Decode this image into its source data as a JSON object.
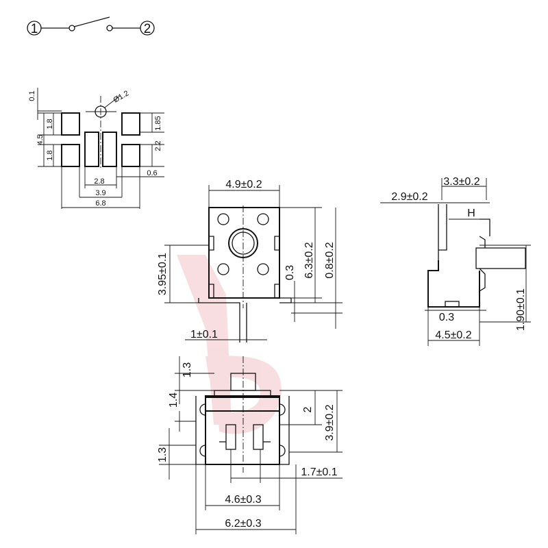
{
  "schematic": {
    "pin1": "1",
    "pin2": "2"
  },
  "footprint": {
    "d_01": "0.1",
    "d_phi12": "Ø1.2",
    "d_18a": "1.8",
    "d_45": "4.5",
    "d_18b": "1.8",
    "d_185": "1.85",
    "d_22": "2.2",
    "d_28": "2.8",
    "d_06": "0.6",
    "d_39": "3.9",
    "d_68": "6.8"
  },
  "front_view": {
    "d_49": "4.9±0.2",
    "d_395": "3.95±0.1",
    "d_03": "0.3",
    "d_63": "6.3±0.2",
    "d_08": "0.8±0.2",
    "d_1": "1±0.1"
  },
  "side_view": {
    "d_33": "3.3±0.2",
    "d_29": "2.9±0.2",
    "d_H": "H",
    "d_03": "0.3",
    "d_190": "1.90±0.1",
    "d_45": "4.5±0.2"
  },
  "top_view": {
    "d_13a": "1.3",
    "d_14": "1.4",
    "d_13b": "1.3",
    "d_2": "2",
    "d_39": "3.9±0.2",
    "d_17": "1.7±0.1",
    "d_46": "4.6±0.3",
    "d_62": "6.2±0.3"
  },
  "colors": {
    "line": "#111111",
    "watermark": "#f3c3c8"
  }
}
